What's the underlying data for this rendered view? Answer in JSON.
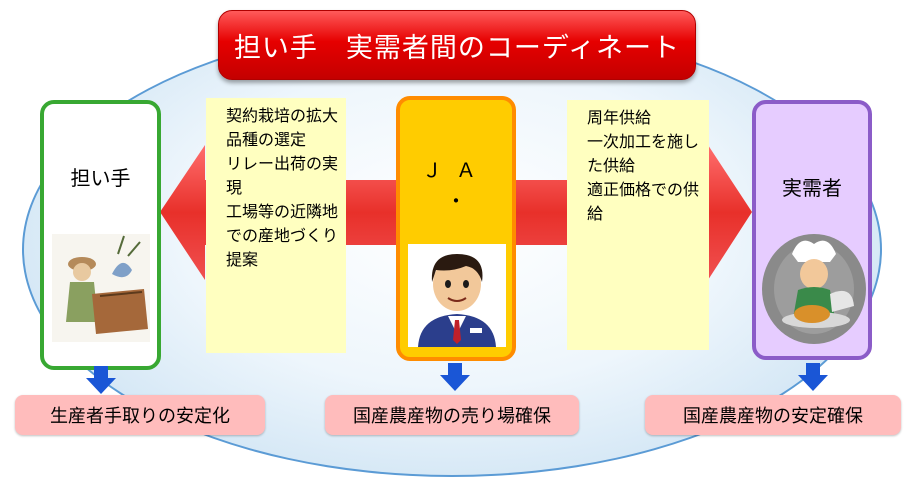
{
  "title": "担い手　実需者間のコーディネート",
  "left_box": {
    "label": "担い手"
  },
  "center_box": {
    "label_line1": "ＪＡ",
    "label_line2": "・"
  },
  "right_box": {
    "label": "実需者"
  },
  "left_text": "契約栽培の拡大\n品種の選定\nリレー出荷の実現\n工場等の近隣地での産地づくり提案",
  "right_text": "周年供給\n一次加工を施した供給\n適正価格での供給",
  "outcomes": {
    "left": "生産者手取りの安定化",
    "center": "国産農産物の売り場確保",
    "right": "国産農産物の安定確保"
  },
  "colors": {
    "title_red": "#e60000",
    "arrow_red": "#e8302a",
    "down_arrow_blue": "#1a56d6",
    "left_border": "#38a832",
    "center_fill": "#ffcc00",
    "right_fill": "#e6ccff"
  }
}
